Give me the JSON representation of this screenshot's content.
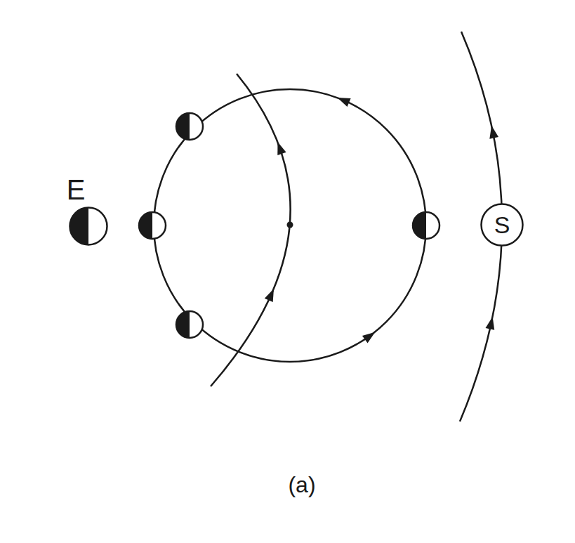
{
  "diagram": {
    "nodes": [
      {
        "text": [
          "E"
        ]
      },
      {
        "text": [
          "S"
        ]
      }
    ],
    "labels": [
      "(a)"
    ]
  }
}
